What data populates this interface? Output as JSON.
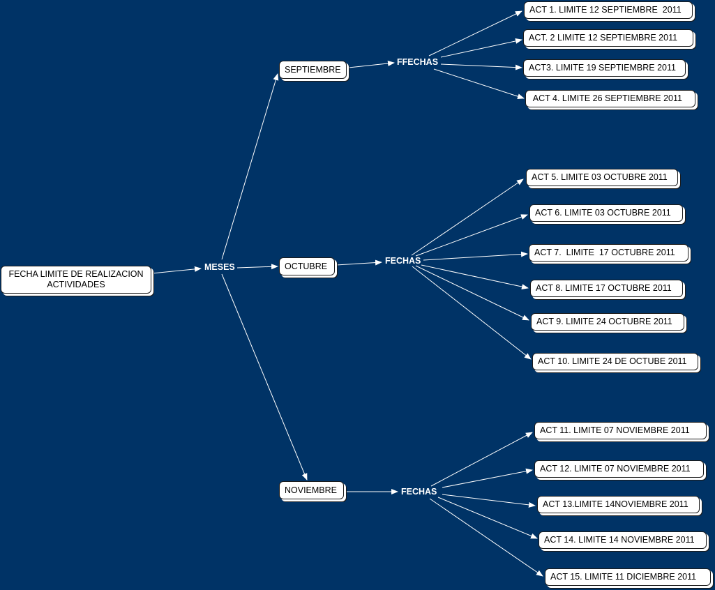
{
  "root": {
    "label": "FECHA LIMITE DE REALIZACION\nACTIVIDADES"
  },
  "hub": {
    "label": "MESES"
  },
  "months": [
    {
      "label": "SEPTIEMBRE",
      "group_label": "FFECHAS",
      "activities": [
        "ACT 1. LIMITE 12 SEPTIEMBRE  2011",
        "ACT. 2 LIMITE 12 SEPTIEMBRE 2011",
        "ACT3. LIMITE 19 SEPTIEMBRE 2011",
        " ACT 4. LIMITE 26 SEPTIEMBRE 2011"
      ]
    },
    {
      "label": "OCTUBRE",
      "group_label": "FECHAS",
      "activities": [
        "ACT 5. LIMITE 03 OCTUBRE 2011",
        "ACT 6. LIMITE 03 OCTUBRE 2011",
        "ACT 7.  LIMITE  17 OCTUBRE 2011",
        "ACT 8. LIMITE 17 OCTUBRE 2011",
        "ACT 9. LIMITE 24 OCTUBRE 2011",
        "ACT 10. LIMITE 24 DE OCTUBE 2011"
      ]
    },
    {
      "label": "NOVIEMBRE",
      "group_label": "FECHAS",
      "activities": [
        "ACT 11. LIMITE 07 NOVIEMBRE 2011",
        "ACT 12. LIMITE 07 NOVIEMBRE 2011",
        "ACT 13.LIMITE 14NOVIEMBRE 2011",
        "ACT 14. LIMITE 14 NOVIEMBRE 2011",
        "ACT 15. LIMITE 11 DICIEMBRE 2011"
      ]
    }
  ],
  "colors": {
    "background": "#003366",
    "line": "#ffffff",
    "node_fill": "#ffffff",
    "node_border": "#1a1a1a"
  }
}
